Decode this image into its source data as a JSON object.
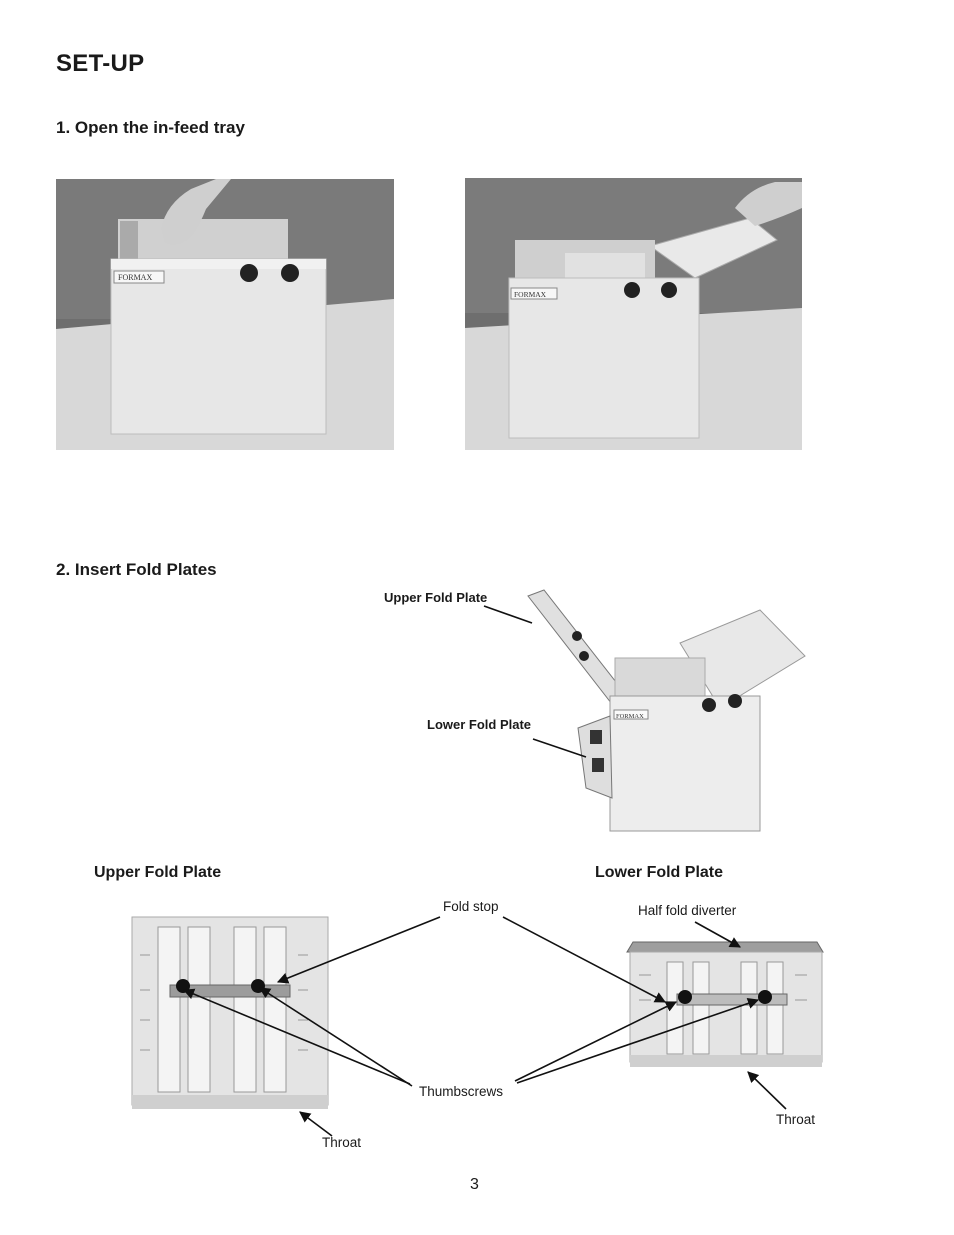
{
  "page": {
    "title": "SET-UP",
    "page_number": "3"
  },
  "step1": {
    "heading": "1. Open the in-feed tray",
    "brand_label": "FORMAX"
  },
  "step2": {
    "heading": "2. Insert Fold Plates",
    "callouts": {
      "upper_fold_plate": "Upper Fold Plate",
      "lower_fold_plate": "Lower Fold Plate"
    }
  },
  "plates": {
    "upper_heading": "Upper Fold Plate",
    "lower_heading": "Lower Fold Plate",
    "fold_stop": "Fold stop",
    "half_fold_diverter": "Half fold diverter",
    "thumbscrews": "Thumbscrews",
    "throat_left": "Throat",
    "throat_right": "Throat"
  },
  "colors": {
    "text": "#1a1a1a",
    "photo_bg": "#6f6f6f",
    "machine": "#e6e6e6"
  }
}
